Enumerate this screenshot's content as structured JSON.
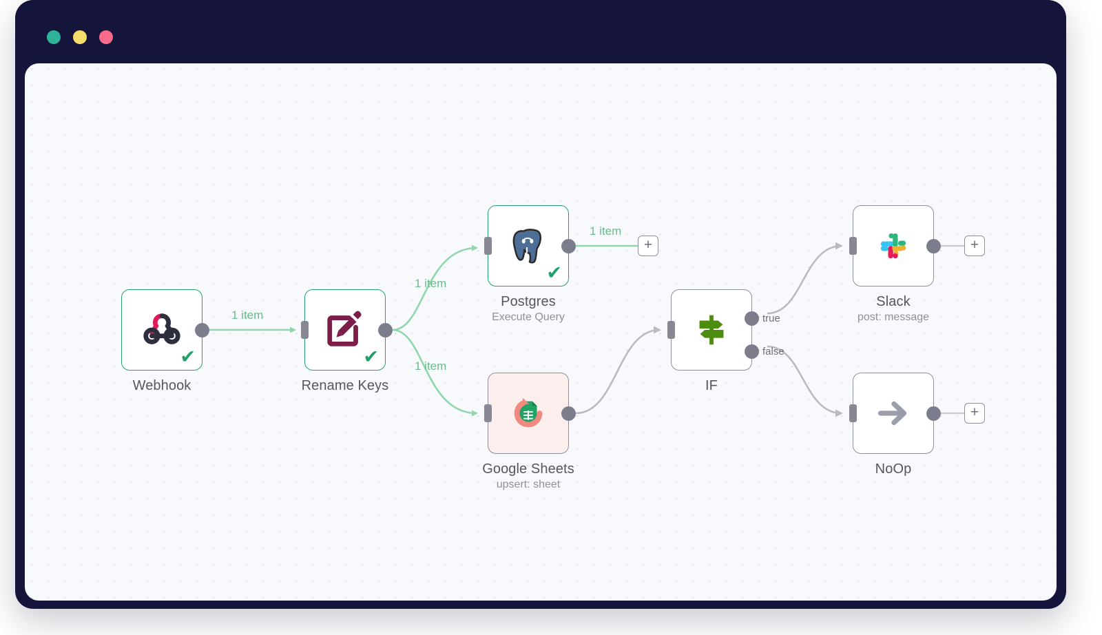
{
  "window": {
    "traffic_lights": [
      {
        "name": "close-dot",
        "color": "#2eb398"
      },
      {
        "name": "minimize-dot",
        "color": "#f7dd6a"
      },
      {
        "name": "maximize-dot",
        "color": "#f96a8b"
      }
    ],
    "chrome_color": "#15143a",
    "canvas_color": "#f8f9fc"
  },
  "colors": {
    "success": "#22a06b",
    "edge_green": "#8fd6ab",
    "edge_gray": "#b9bac4",
    "label_green": "#6aba8c",
    "port_gray": "#7b7d8c",
    "error_bg": "#fdeeee"
  },
  "nodes": [
    {
      "id": "webhook",
      "title": "Webhook",
      "subtitle": "",
      "icon": "webhook-icon",
      "state": "success",
      "selected": true,
      "has_check": true,
      "has_input": false,
      "outputs": [
        "main"
      ]
    },
    {
      "id": "rename-keys",
      "title": "Rename Keys",
      "subtitle": "",
      "icon": "edit-pencil-icon",
      "state": "success",
      "selected": false,
      "has_check": true,
      "has_input": true,
      "outputs": [
        "main"
      ]
    },
    {
      "id": "postgres",
      "title": "Postgres",
      "subtitle": "Execute Query",
      "icon": "postgres-elephant-icon",
      "state": "success",
      "selected": false,
      "has_check": true,
      "has_input": true,
      "outputs": [
        "main"
      ]
    },
    {
      "id": "google-sheets",
      "title": "Google Sheets",
      "subtitle": "upsert: sheet",
      "icon": "google-sheets-retry-icon",
      "state": "retrying",
      "selected": false,
      "has_check": false,
      "has_input": true,
      "outputs": [
        "main"
      ]
    },
    {
      "id": "if",
      "title": "IF",
      "subtitle": "",
      "icon": "signpost-icon",
      "state": "idle",
      "selected": false,
      "has_check": false,
      "has_input": true,
      "outputs": [
        "true",
        "false"
      ]
    },
    {
      "id": "slack",
      "title": "Slack",
      "subtitle": "post: message",
      "icon": "slack-icon",
      "state": "idle",
      "selected": false,
      "has_check": false,
      "has_input": true,
      "outputs": [
        "main"
      ]
    },
    {
      "id": "noop",
      "title": "NoOp",
      "subtitle": "",
      "icon": "arrow-right-icon",
      "state": "idle",
      "selected": false,
      "has_check": false,
      "has_input": true,
      "outputs": [
        "main"
      ]
    }
  ],
  "port_labels": {
    "if_true": "true",
    "if_false": "false"
  },
  "edge_labels": {
    "webhook_to_rename": "1 item",
    "rename_to_postgres": "1 item",
    "rename_to_sheets": "1 item",
    "postgres_to_plus": "1 item"
  },
  "plus_buttons": {
    "postgres_add": "+",
    "slack_add": "+",
    "noop_add": "+"
  }
}
